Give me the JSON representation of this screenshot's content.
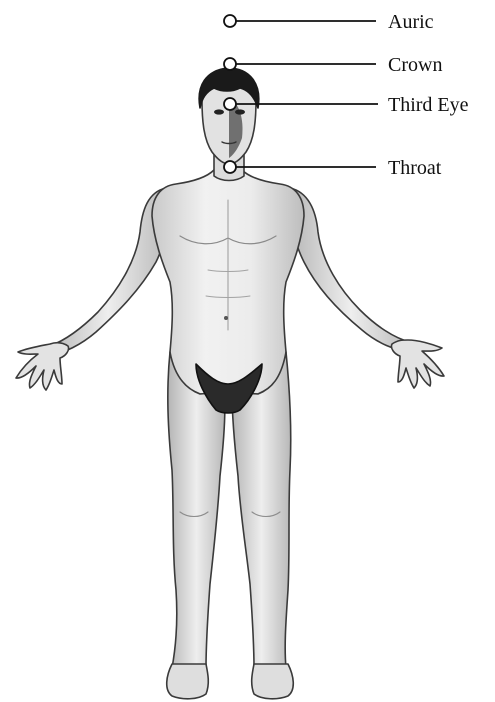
{
  "diagram": {
    "labels": [
      {
        "id": "auric",
        "text": "Auric"
      },
      {
        "id": "crown",
        "text": "Crown"
      },
      {
        "id": "third-eye",
        "text": "Third Eye"
      },
      {
        "id": "throat",
        "text": "Throat"
      }
    ]
  },
  "colors": {
    "background": "#ffffff",
    "line": "#111111",
    "skin_light": "#efefef",
    "skin_mid": "#d2d2d2",
    "skin_shadow": "#a8a8a8",
    "outline": "#3a3a3a",
    "hair": "#1a1a1a",
    "garment": "#2a2a2a"
  }
}
